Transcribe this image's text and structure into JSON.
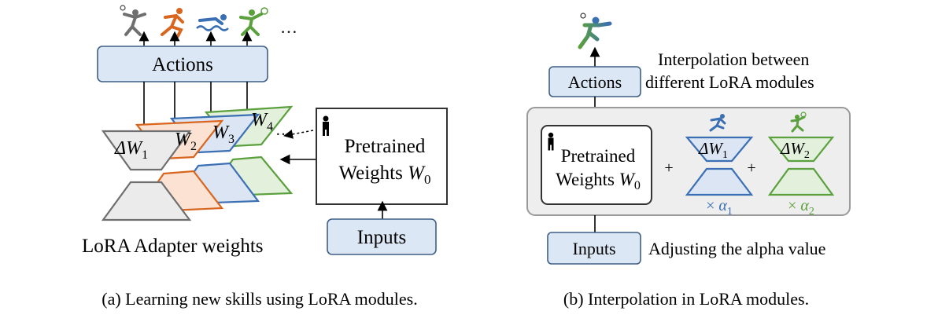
{
  "left_panel": {
    "actions_label": "Actions",
    "ellipsis_top": "…",
    "delta_w1": {
      "sym": "ΔW",
      "sub": "1"
    },
    "w2": {
      "sym": "W",
      "sub": "2"
    },
    "w3": {
      "sym": "W",
      "sub": "3"
    },
    "w4": {
      "sym": "W",
      "sub": "4"
    },
    "adapter_ellipsis": "…",
    "pretrained_line1": "Pretrained",
    "pretrained_line2_text": "Weights ",
    "pretrained_w": {
      "sym": "W",
      "sub": "0"
    },
    "inputs_label": "Inputs",
    "adapter_caption": "LoRA Adapter weights",
    "caption": "(a) Learning new skills using LoRA modules."
  },
  "right_panel": {
    "actions_label": "Actions",
    "note_top_line1": "Interpolation between",
    "note_top_line2": "different LoRA modules",
    "pretrained_line1": "Pretrained",
    "pretrained_line2_text": "Weights ",
    "pretrained_w": {
      "sym": "W",
      "sub": "0"
    },
    "plus1": "+",
    "plus2": "+",
    "delta_w1": {
      "sym": "ΔW",
      "sub": "1"
    },
    "delta_w2": {
      "sym": "ΔW",
      "sub": "2"
    },
    "alpha1": {
      "prefix": "× ",
      "sym": "α",
      "sub": "1"
    },
    "alpha2": {
      "prefix": "× ",
      "sym": "α",
      "sub": "2"
    },
    "inputs_label": "Inputs",
    "note_bottom": "Adjusting the alpha value",
    "caption": "(b) Interpolation in LoRA modules."
  },
  "colors": {
    "gray": "#6f6f6f",
    "orange": "#d9661f",
    "blue": "#3b6fb4",
    "green": "#5aa03c",
    "box_fill": "#dbe7f5"
  },
  "icons": [
    "volleyball-player-icon",
    "runner-icon",
    "swimmer-icon",
    "tennis-player-icon",
    "person-icon"
  ]
}
